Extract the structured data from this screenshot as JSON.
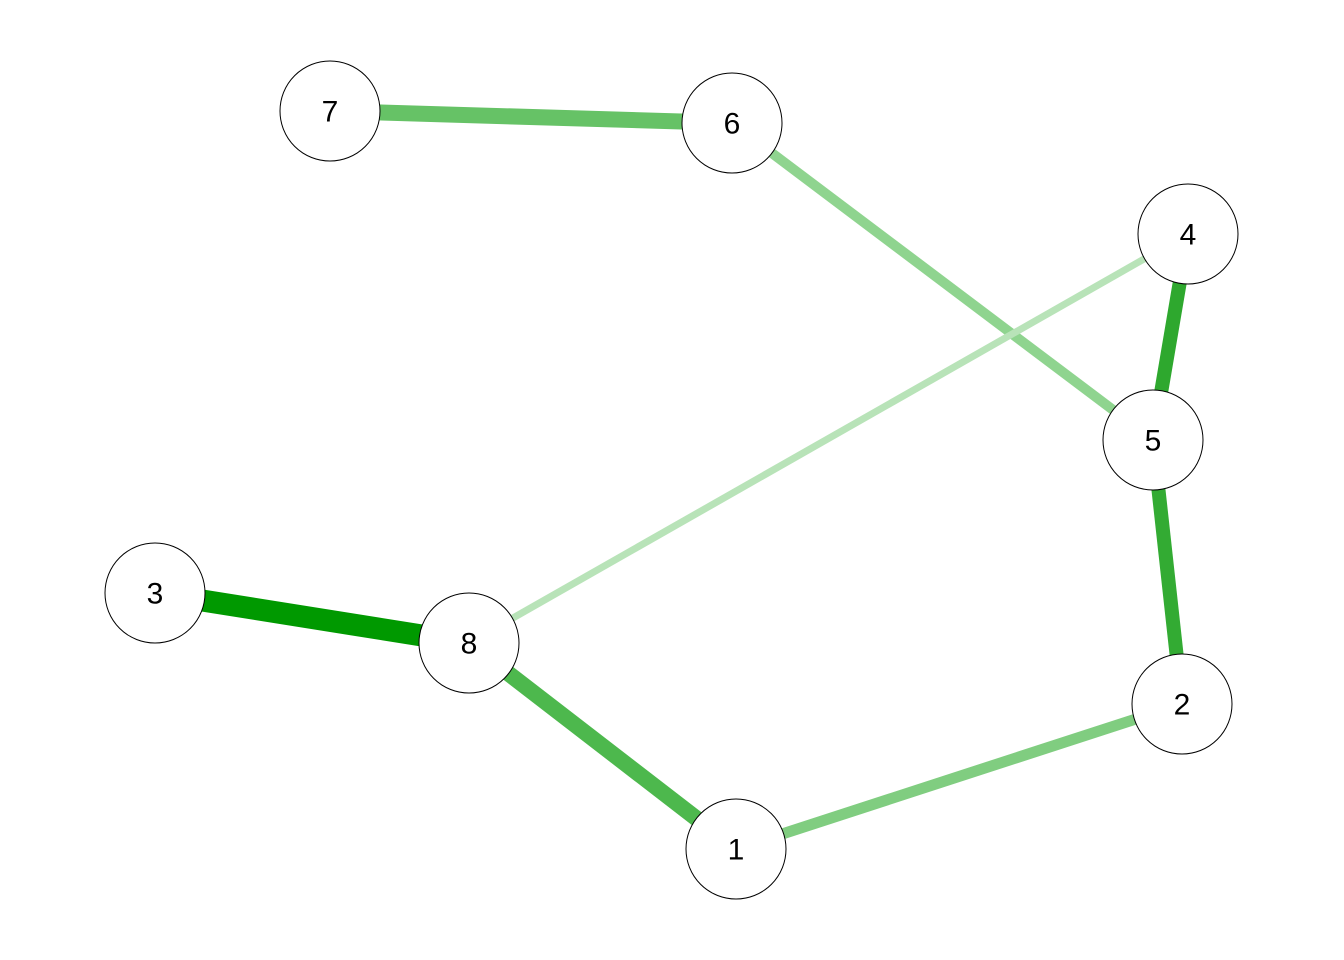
{
  "nodes": [
    {
      "id": "n1",
      "label": "1"
    },
    {
      "id": "n2",
      "label": "2"
    },
    {
      "id": "n3",
      "label": "3"
    },
    {
      "id": "n4",
      "label": "4"
    },
    {
      "id": "n5",
      "label": "5"
    },
    {
      "id": "n6",
      "label": "6"
    },
    {
      "id": "n7",
      "label": "7"
    },
    {
      "id": "n8",
      "label": "8"
    }
  ],
  "edges": [
    {
      "from": "n7",
      "to": "n6",
      "color": "#66c266"
    },
    {
      "from": "n6",
      "to": "n5",
      "color": "#8fd48f"
    },
    {
      "from": "n4",
      "to": "n8",
      "color": "#b8e3b8"
    },
    {
      "from": "n4",
      "to": "n5",
      "color": "#2ea82e"
    },
    {
      "from": "n5",
      "to": "n2",
      "color": "#33ab33"
    },
    {
      "from": "n3",
      "to": "n8",
      "color": "#009900"
    },
    {
      "from": "n8",
      "to": "n1",
      "color": "#4db84d"
    },
    {
      "from": "n1",
      "to": "n2",
      "color": "#80cd80"
    }
  ]
}
